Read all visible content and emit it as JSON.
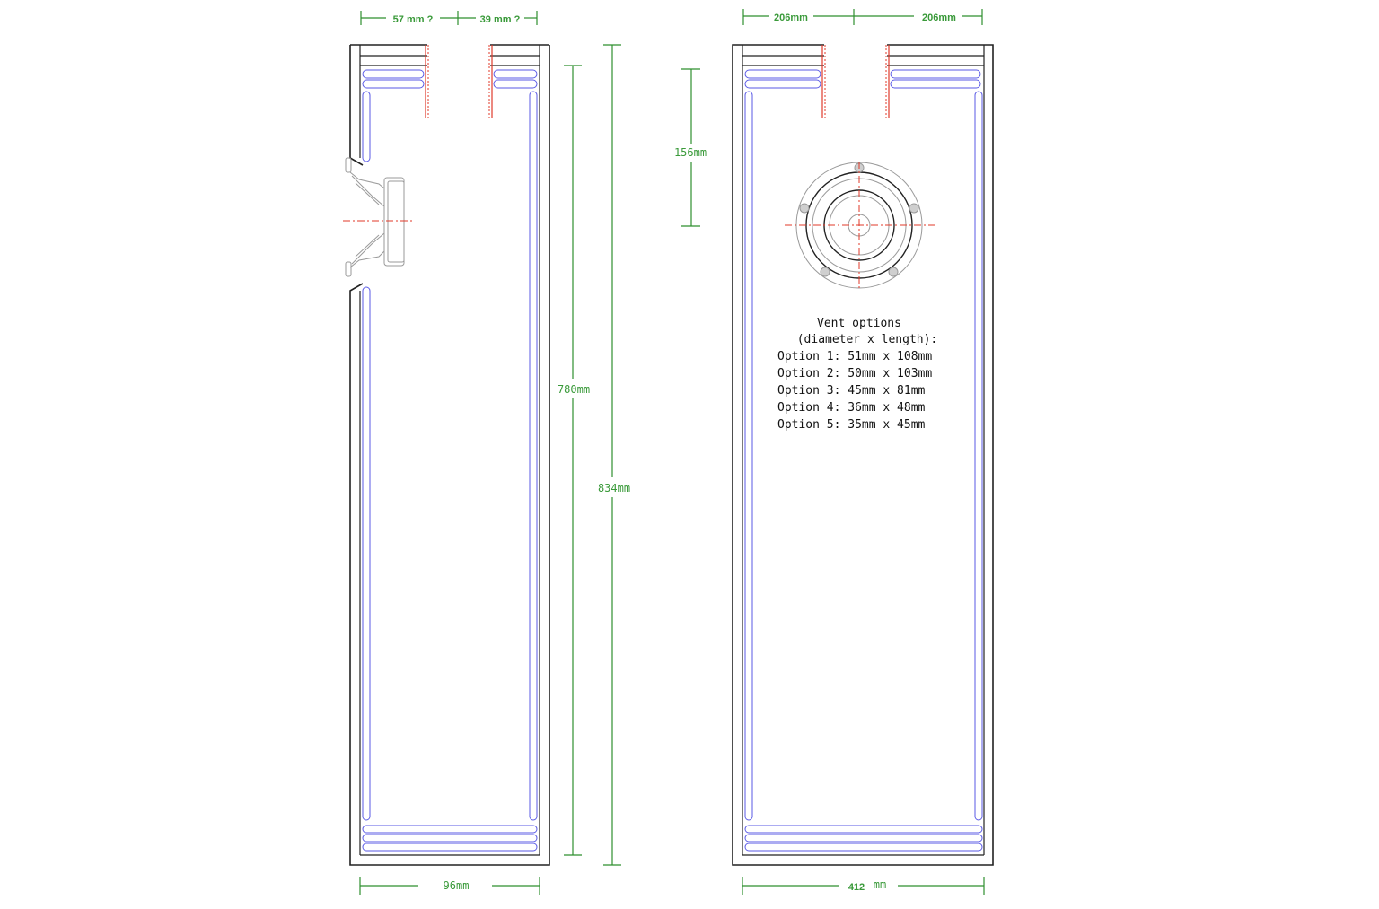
{
  "side_view": {
    "dim_top_left": "57 mm ?",
    "dim_top_right": "39 mm ?",
    "dim_inner_height": "780mm",
    "dim_outer_height": "834mm",
    "dim_width": "96mm"
  },
  "front_view": {
    "dim_top_left": "206mm",
    "dim_top_right": "206mm",
    "dim_driver_offset": "156mm",
    "dim_width_value": "412",
    "dim_width_unit": "mm"
  },
  "vent_notes": {
    "title": "Vent options",
    "subtitle": "(diameter x length):",
    "options": [
      "Option 1: 51mm x 108mm",
      "Option 2: 50mm x 103mm",
      "Option 3: 45mm x 81mm",
      "Option 4: 36mm x 48mm",
      "Option 5: 35mm x 45mm"
    ]
  },
  "colors": {
    "dimension": "#2f8f2f",
    "wall": "#222222",
    "damping": "#5a5ae6",
    "vent_and_centerlines": "#e03a2a",
    "driver_outline": "#9a9a9a"
  }
}
